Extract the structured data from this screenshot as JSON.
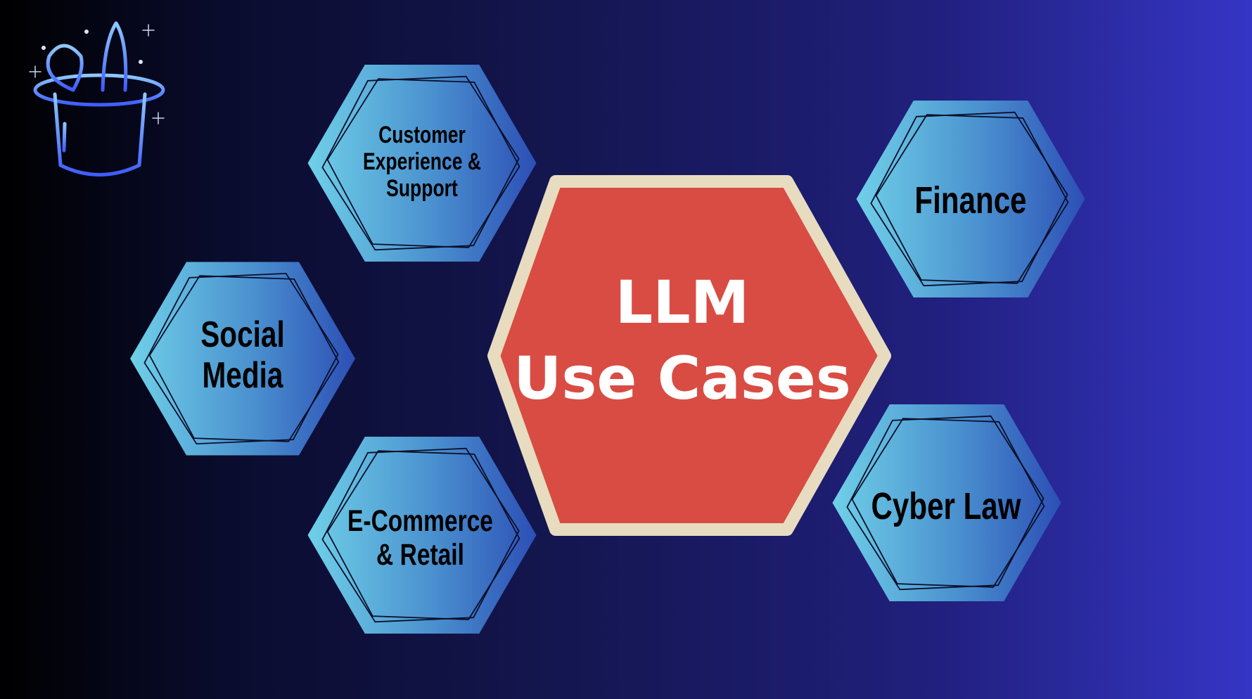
{
  "center": {
    "line1": "LLM",
    "line2": "Use Cases",
    "fill": "#d94c43",
    "border": "#e8dcc0"
  },
  "use_cases": [
    {
      "label": "Customer\nExperience &\nSupport"
    },
    {
      "label": "Social\nMedia"
    },
    {
      "label": "E-Commerce\n& Retail"
    },
    {
      "label": "Finance"
    },
    {
      "label": "Cyber Law"
    }
  ],
  "colors": {
    "hex_light": "#6fd0e8",
    "hex_dark": "#2e55b8",
    "background_left": "#000000",
    "background_right": "#3535c6"
  },
  "logo": {
    "icon": "magic-hat-with-rabbit-icon"
  }
}
